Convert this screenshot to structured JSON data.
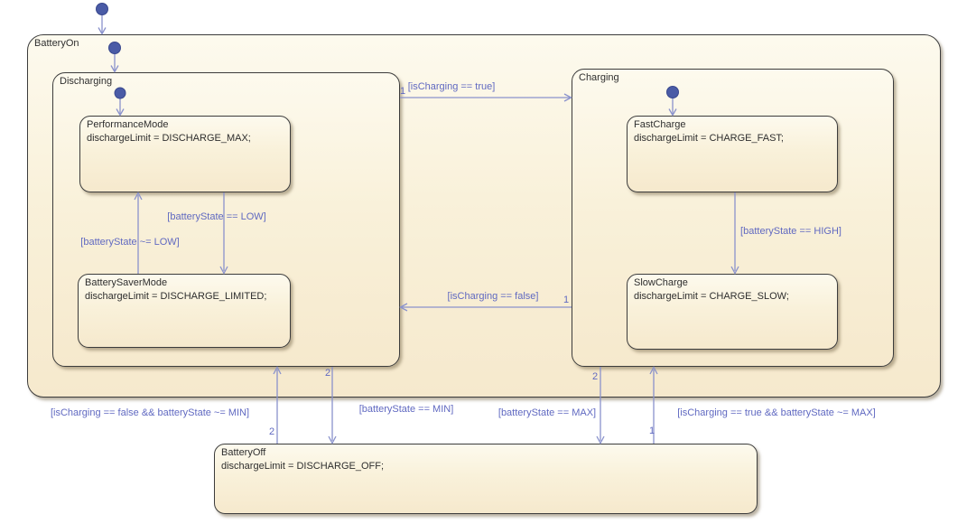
{
  "diagram": {
    "states": {
      "battery_on": {
        "name": "BatteryOn"
      },
      "discharging": {
        "name": "Discharging"
      },
      "charging": {
        "name": "Charging"
      },
      "performance_mode": {
        "name": "PerformanceMode",
        "body": "dischargeLimit = DISCHARGE_MAX;"
      },
      "battery_saver_mode": {
        "name": "BatterySaverMode",
        "body": "dischargeLimit = DISCHARGE_LIMITED;"
      },
      "fast_charge": {
        "name": "FastCharge",
        "body": "dischargeLimit = CHARGE_FAST;"
      },
      "slow_charge": {
        "name": "SlowCharge",
        "body": "dischargeLimit = CHARGE_SLOW;"
      },
      "battery_off": {
        "name": "BatteryOff",
        "body": "dischargeLimit = DISCHARGE_OFF;"
      }
    },
    "transitions": {
      "discharging_to_charging": {
        "condition": "[isCharging == true]",
        "order": "1"
      },
      "charging_to_discharging": {
        "condition": "[isCharging == false]",
        "order": "1"
      },
      "performance_to_saver": {
        "condition": "[batteryState == LOW]"
      },
      "saver_to_performance": {
        "condition": "[batteryState ~= LOW]"
      },
      "fast_to_slow": {
        "condition": "[batteryState == HIGH]"
      },
      "discharging_to_battery_off": {
        "condition": "[batteryState == MIN]",
        "order": "2"
      },
      "battery_off_to_discharging": {
        "condition": "[isCharging == false && batteryState ~= MIN]",
        "order": "2"
      },
      "charging_to_battery_off": {
        "condition": "[batteryState == MAX]",
        "order": "2"
      },
      "battery_off_to_charging": {
        "condition": "[isCharging == true && batteryState ~= MAX]",
        "order": "1"
      }
    },
    "colors": {
      "state_fill_top": "#fdfaee",
      "state_fill_bottom": "#f6e9cd",
      "state_border": "#3c3c3c",
      "transition_line": "#8a92cc",
      "transition_label": "#6069c1",
      "default_junction": "#4a5ba6",
      "canvas_background": "#ffffff"
    }
  }
}
